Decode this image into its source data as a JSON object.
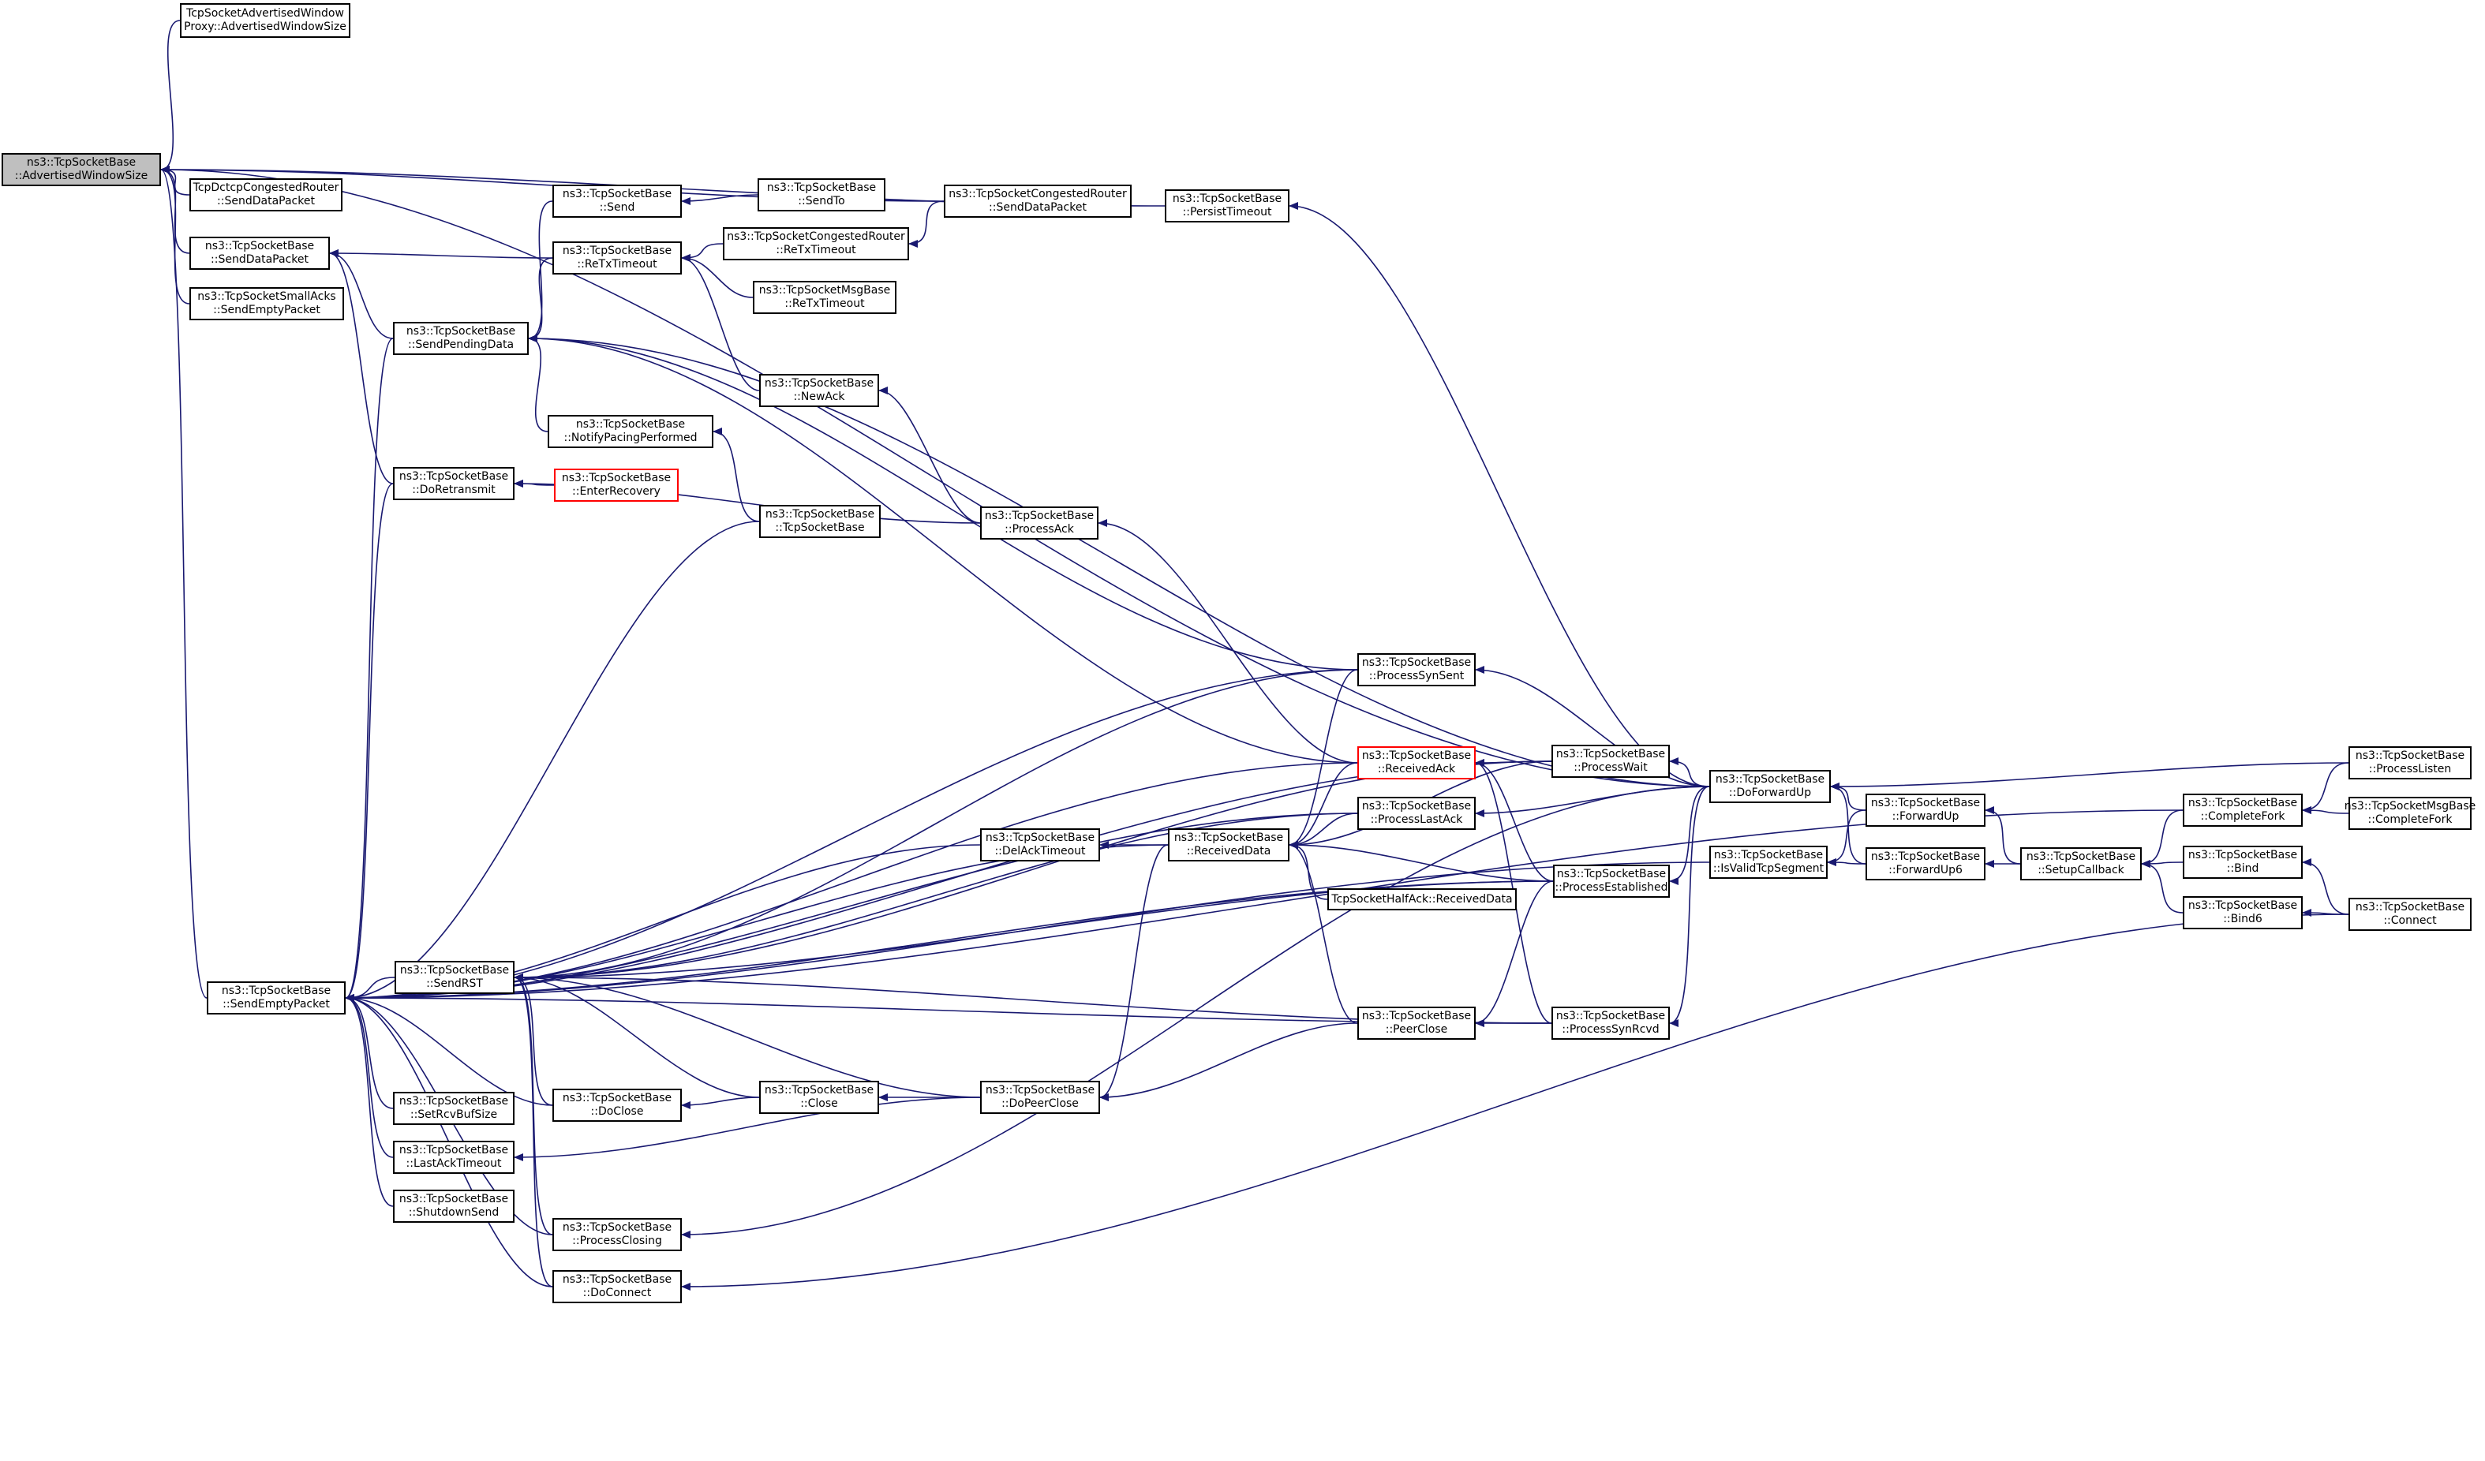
{
  "colors": {
    "edge": "#191970",
    "node_border": "#000000",
    "root_fill": "#bfbfbf",
    "truncated_border": "#ff0000",
    "background": "#ffffff"
  },
  "nodes": [
    {
      "id": "advWin",
      "lines": [
        "ns3::TcpSocketBase",
        "::AdvertisedWindowSize"
      ],
      "root": true
    },
    {
      "id": "proxyAdv",
      "lines": [
        "TcpSocketAdvertisedWindow",
        "Proxy::AdvertisedWindowSize"
      ]
    },
    {
      "id": "dctcpSend",
      "lines": [
        "TcpDctcpCongestedRouter",
        "::SendDataPacket"
      ]
    },
    {
      "id": "sendDataPacket",
      "lines": [
        "ns3::TcpSocketBase",
        "::SendDataPacket"
      ]
    },
    {
      "id": "smallAcks",
      "lines": [
        "ns3::TcpSocketSmallAcks",
        "::SendEmptyPacket"
      ]
    },
    {
      "id": "sendEmpty",
      "lines": [
        "ns3::TcpSocketBase",
        "::SendEmptyPacket"
      ]
    },
    {
      "id": "send",
      "lines": [
        "ns3::TcpSocketBase",
        "::Send"
      ]
    },
    {
      "id": "sendTo",
      "lines": [
        "ns3::TcpSocketBase",
        "::SendTo"
      ]
    },
    {
      "id": "congSend",
      "lines": [
        "ns3::TcpSocketCongestedRouter",
        "::SendDataPacket"
      ]
    },
    {
      "id": "persist",
      "lines": [
        "ns3::TcpSocketBase",
        "::PersistTimeout"
      ]
    },
    {
      "id": "retx",
      "lines": [
        "ns3::TcpSocketBase",
        "::ReTxTimeout"
      ]
    },
    {
      "id": "congRetx",
      "lines": [
        "ns3::TcpSocketCongestedRouter",
        "::ReTxTimeout"
      ]
    },
    {
      "id": "msgRetx",
      "lines": [
        "ns3::TcpSocketMsgBase",
        "::ReTxTimeout"
      ]
    },
    {
      "id": "pending",
      "lines": [
        "ns3::TcpSocketBase",
        "::SendPendingData"
      ]
    },
    {
      "id": "newAck",
      "lines": [
        "ns3::TcpSocketBase",
        "::NewAck"
      ]
    },
    {
      "id": "pacing",
      "lines": [
        "ns3::TcpSocketBase",
        "::NotifyPacingPerformed"
      ]
    },
    {
      "id": "doRetx",
      "lines": [
        "ns3::TcpSocketBase",
        "::DoRetransmit"
      ]
    },
    {
      "id": "enterRec",
      "lines": [
        "ns3::TcpSocketBase",
        "::EnterRecovery"
      ],
      "truncated": true
    },
    {
      "id": "ctor",
      "lines": [
        "ns3::TcpSocketBase",
        "::TcpSocketBase"
      ]
    },
    {
      "id": "procAck",
      "lines": [
        "ns3::TcpSocketBase",
        "::ProcessAck"
      ]
    },
    {
      "id": "synSent",
      "lines": [
        "ns3::TcpSocketBase",
        "::ProcessSynSent"
      ]
    },
    {
      "id": "recvAck",
      "lines": [
        "ns3::TcpSocketBase",
        "::ReceivedAck"
      ],
      "truncated": true
    },
    {
      "id": "procWait",
      "lines": [
        "ns3::TcpSocketBase",
        "::ProcessWait"
      ]
    },
    {
      "id": "lastAck",
      "lines": [
        "ns3::TcpSocketBase",
        "::ProcessLastAck"
      ]
    },
    {
      "id": "delAck",
      "lines": [
        "ns3::TcpSocketBase",
        "::DelAckTimeout"
      ]
    },
    {
      "id": "recvData",
      "lines": [
        "ns3::TcpSocketBase",
        "::ReceivedData"
      ]
    },
    {
      "id": "halfAck",
      "lines": [
        "TcpSocketHalfAck::ReceivedData"
      ]
    },
    {
      "id": "established",
      "lines": [
        "ns3::TcpSocketBase",
        "::ProcessEstablished"
      ]
    },
    {
      "id": "sendRst",
      "lines": [
        "ns3::TcpSocketBase",
        "::SendRST"
      ]
    },
    {
      "id": "peerClose",
      "lines": [
        "ns3::TcpSocketBase",
        "::PeerClose"
      ]
    },
    {
      "id": "synRcvd",
      "lines": [
        "ns3::TcpSocketBase",
        "::ProcessSynRcvd"
      ]
    },
    {
      "id": "doClose",
      "lines": [
        "ns3::TcpSocketBase",
        "::DoClose"
      ]
    },
    {
      "id": "close",
      "lines": [
        "ns3::TcpSocketBase",
        "::Close"
      ]
    },
    {
      "id": "doPeerClose",
      "lines": [
        "ns3::TcpSocketBase",
        "::DoPeerClose"
      ]
    },
    {
      "id": "rcvBuf",
      "lines": [
        "ns3::TcpSocketBase",
        "::SetRcvBufSize"
      ]
    },
    {
      "id": "lastAckTo",
      "lines": [
        "ns3::TcpSocketBase",
        "::LastAckTimeout"
      ]
    },
    {
      "id": "shutdown",
      "lines": [
        "ns3::TcpSocketBase",
        "::ShutdownSend"
      ]
    },
    {
      "id": "closing",
      "lines": [
        "ns3::TcpSocketBase",
        "::ProcessClosing"
      ]
    },
    {
      "id": "doConnect",
      "lines": [
        "ns3::TcpSocketBase",
        "::DoConnect"
      ]
    },
    {
      "id": "doFwd",
      "lines": [
        "ns3::TcpSocketBase",
        "::DoForwardUp"
      ]
    },
    {
      "id": "validSeg",
      "lines": [
        "ns3::TcpSocketBase",
        "::IsValidTcpSegment"
      ]
    },
    {
      "id": "fwdUp",
      "lines": [
        "ns3::TcpSocketBase",
        "::ForwardUp"
      ]
    },
    {
      "id": "fwdUp6",
      "lines": [
        "ns3::TcpSocketBase",
        "::ForwardUp6"
      ]
    },
    {
      "id": "setupCb",
      "lines": [
        "ns3::TcpSocketBase",
        "::SetupCallback"
      ]
    },
    {
      "id": "compFork",
      "lines": [
        "ns3::TcpSocketBase",
        "::CompleteFork"
      ]
    },
    {
      "id": "bind",
      "lines": [
        "ns3::TcpSocketBase",
        "::Bind"
      ]
    },
    {
      "id": "bind6",
      "lines": [
        "ns3::TcpSocketBase",
        "::Bind6"
      ]
    },
    {
      "id": "procListen",
      "lines": [
        "ns3::TcpSocketBase",
        "::ProcessListen"
      ]
    },
    {
      "id": "msgFork",
      "lines": [
        "ns3::TcpSocketMsgBase",
        "::CompleteFork"
      ]
    },
    {
      "id": "connect",
      "lines": [
        "ns3::TcpSocketBase",
        "::Connect"
      ]
    }
  ],
  "edges": [
    [
      "advWin",
      "proxyAdv"
    ],
    [
      "advWin",
      "doFwd"
    ],
    [
      "advWin",
      "congSend"
    ],
    [
      "advWin",
      "persist"
    ],
    [
      "advWin",
      "dctcpSend"
    ],
    [
      "advWin",
      "sendDataPacket"
    ],
    [
      "advWin",
      "smallAcks"
    ],
    [
      "advWin",
      "sendEmpty"
    ],
    [
      "sendDataPacket",
      "retx"
    ],
    [
      "sendDataPacket",
      "pending"
    ],
    [
      "sendDataPacket",
      "doRetx"
    ],
    [
      "send",
      "sendTo"
    ],
    [
      "retx",
      "congRetx"
    ],
    [
      "retx",
      "msgRetx"
    ],
    [
      "retx",
      "newAck"
    ],
    [
      "congRetx",
      "congSend"
    ],
    [
      "persist",
      "doFwd"
    ],
    [
      "pending",
      "send"
    ],
    [
      "pending",
      "retx"
    ],
    [
      "pending",
      "pacing"
    ],
    [
      "pending",
      "doFwd"
    ],
    [
      "pending",
      "synSent"
    ],
    [
      "pending",
      "recvAck"
    ],
    [
      "newAck",
      "procAck"
    ],
    [
      "pacing",
      "ctor"
    ],
    [
      "doRetx",
      "enterRec"
    ],
    [
      "doRetx",
      "procAck"
    ],
    [
      "procAck",
      "recvAck"
    ],
    [
      "recvAck",
      "procWait"
    ],
    [
      "recvAck",
      "established"
    ],
    [
      "recvAck",
      "synRcvd"
    ],
    [
      "procWait",
      "doFwd"
    ],
    [
      "lastAck",
      "doFwd"
    ],
    [
      "synSent",
      "doFwd"
    ],
    [
      "recvData",
      "synSent"
    ],
    [
      "recvData",
      "recvAck"
    ],
    [
      "recvData",
      "procWait"
    ],
    [
      "recvData",
      "lastAck"
    ],
    [
      "recvData",
      "halfAck"
    ],
    [
      "recvData",
      "established"
    ],
    [
      "recvData",
      "peerClose"
    ],
    [
      "delAck",
      "recvData"
    ],
    [
      "established",
      "doFwd"
    ],
    [
      "synRcvd",
      "doFwd"
    ],
    [
      "peerClose",
      "established"
    ],
    [
      "peerClose",
      "synRcvd"
    ],
    [
      "doPeerClose",
      "recvData"
    ],
    [
      "doPeerClose",
      "peerClose"
    ],
    [
      "close",
      "doPeerClose"
    ],
    [
      "doClose",
      "close"
    ],
    [
      "lastAckTo",
      "doPeerClose"
    ],
    [
      "closing",
      "doFwd"
    ],
    [
      "doConnect",
      "connect"
    ],
    [
      "sendRst",
      "synSent"
    ],
    [
      "sendRst",
      "procWait"
    ],
    [
      "sendRst",
      "established"
    ],
    [
      "sendRst",
      "synRcvd"
    ],
    [
      "sendRst",
      "doClose"
    ],
    [
      "sendRst",
      "close"
    ],
    [
      "sendRst",
      "doPeerClose"
    ],
    [
      "sendRst",
      "closing"
    ],
    [
      "sendRst",
      "doConnect"
    ],
    [
      "sendRst",
      "lastAck"
    ],
    [
      "sendEmpty",
      "pending"
    ],
    [
      "sendEmpty",
      "doRetx"
    ],
    [
      "sendEmpty",
      "ctor"
    ],
    [
      "sendEmpty",
      "compFork"
    ],
    [
      "sendEmpty",
      "synSent"
    ],
    [
      "sendEmpty",
      "procWait"
    ],
    [
      "sendEmpty",
      "recvAck"
    ],
    [
      "sendEmpty",
      "lastAck"
    ],
    [
      "sendEmpty",
      "recvData"
    ],
    [
      "sendEmpty",
      "delAck"
    ],
    [
      "sendEmpty",
      "sendRst"
    ],
    [
      "sendEmpty",
      "doClose"
    ],
    [
      "sendEmpty",
      "rcvBuf"
    ],
    [
      "sendEmpty",
      "lastAckTo"
    ],
    [
      "sendEmpty",
      "shutdown"
    ],
    [
      "sendEmpty",
      "closing"
    ],
    [
      "sendEmpty",
      "doConnect"
    ],
    [
      "sendEmpty",
      "established"
    ],
    [
      "sendEmpty",
      "synRcvd"
    ],
    [
      "sendEmpty",
      "validSeg"
    ],
    [
      "doFwd",
      "procListen"
    ],
    [
      "doFwd",
      "fwdUp"
    ],
    [
      "doFwd",
      "fwdUp6"
    ],
    [
      "validSeg",
      "fwdUp"
    ],
    [
      "validSeg",
      "fwdUp6"
    ],
    [
      "fwdUp",
      "setupCb"
    ],
    [
      "fwdUp6",
      "setupCb"
    ],
    [
      "setupCb",
      "compFork"
    ],
    [
      "setupCb",
      "bind"
    ],
    [
      "setupCb",
      "bind6"
    ],
    [
      "compFork",
      "procListen"
    ],
    [
      "compFork",
      "msgFork"
    ],
    [
      "bind",
      "connect"
    ],
    [
      "bind6",
      "connect"
    ]
  ]
}
